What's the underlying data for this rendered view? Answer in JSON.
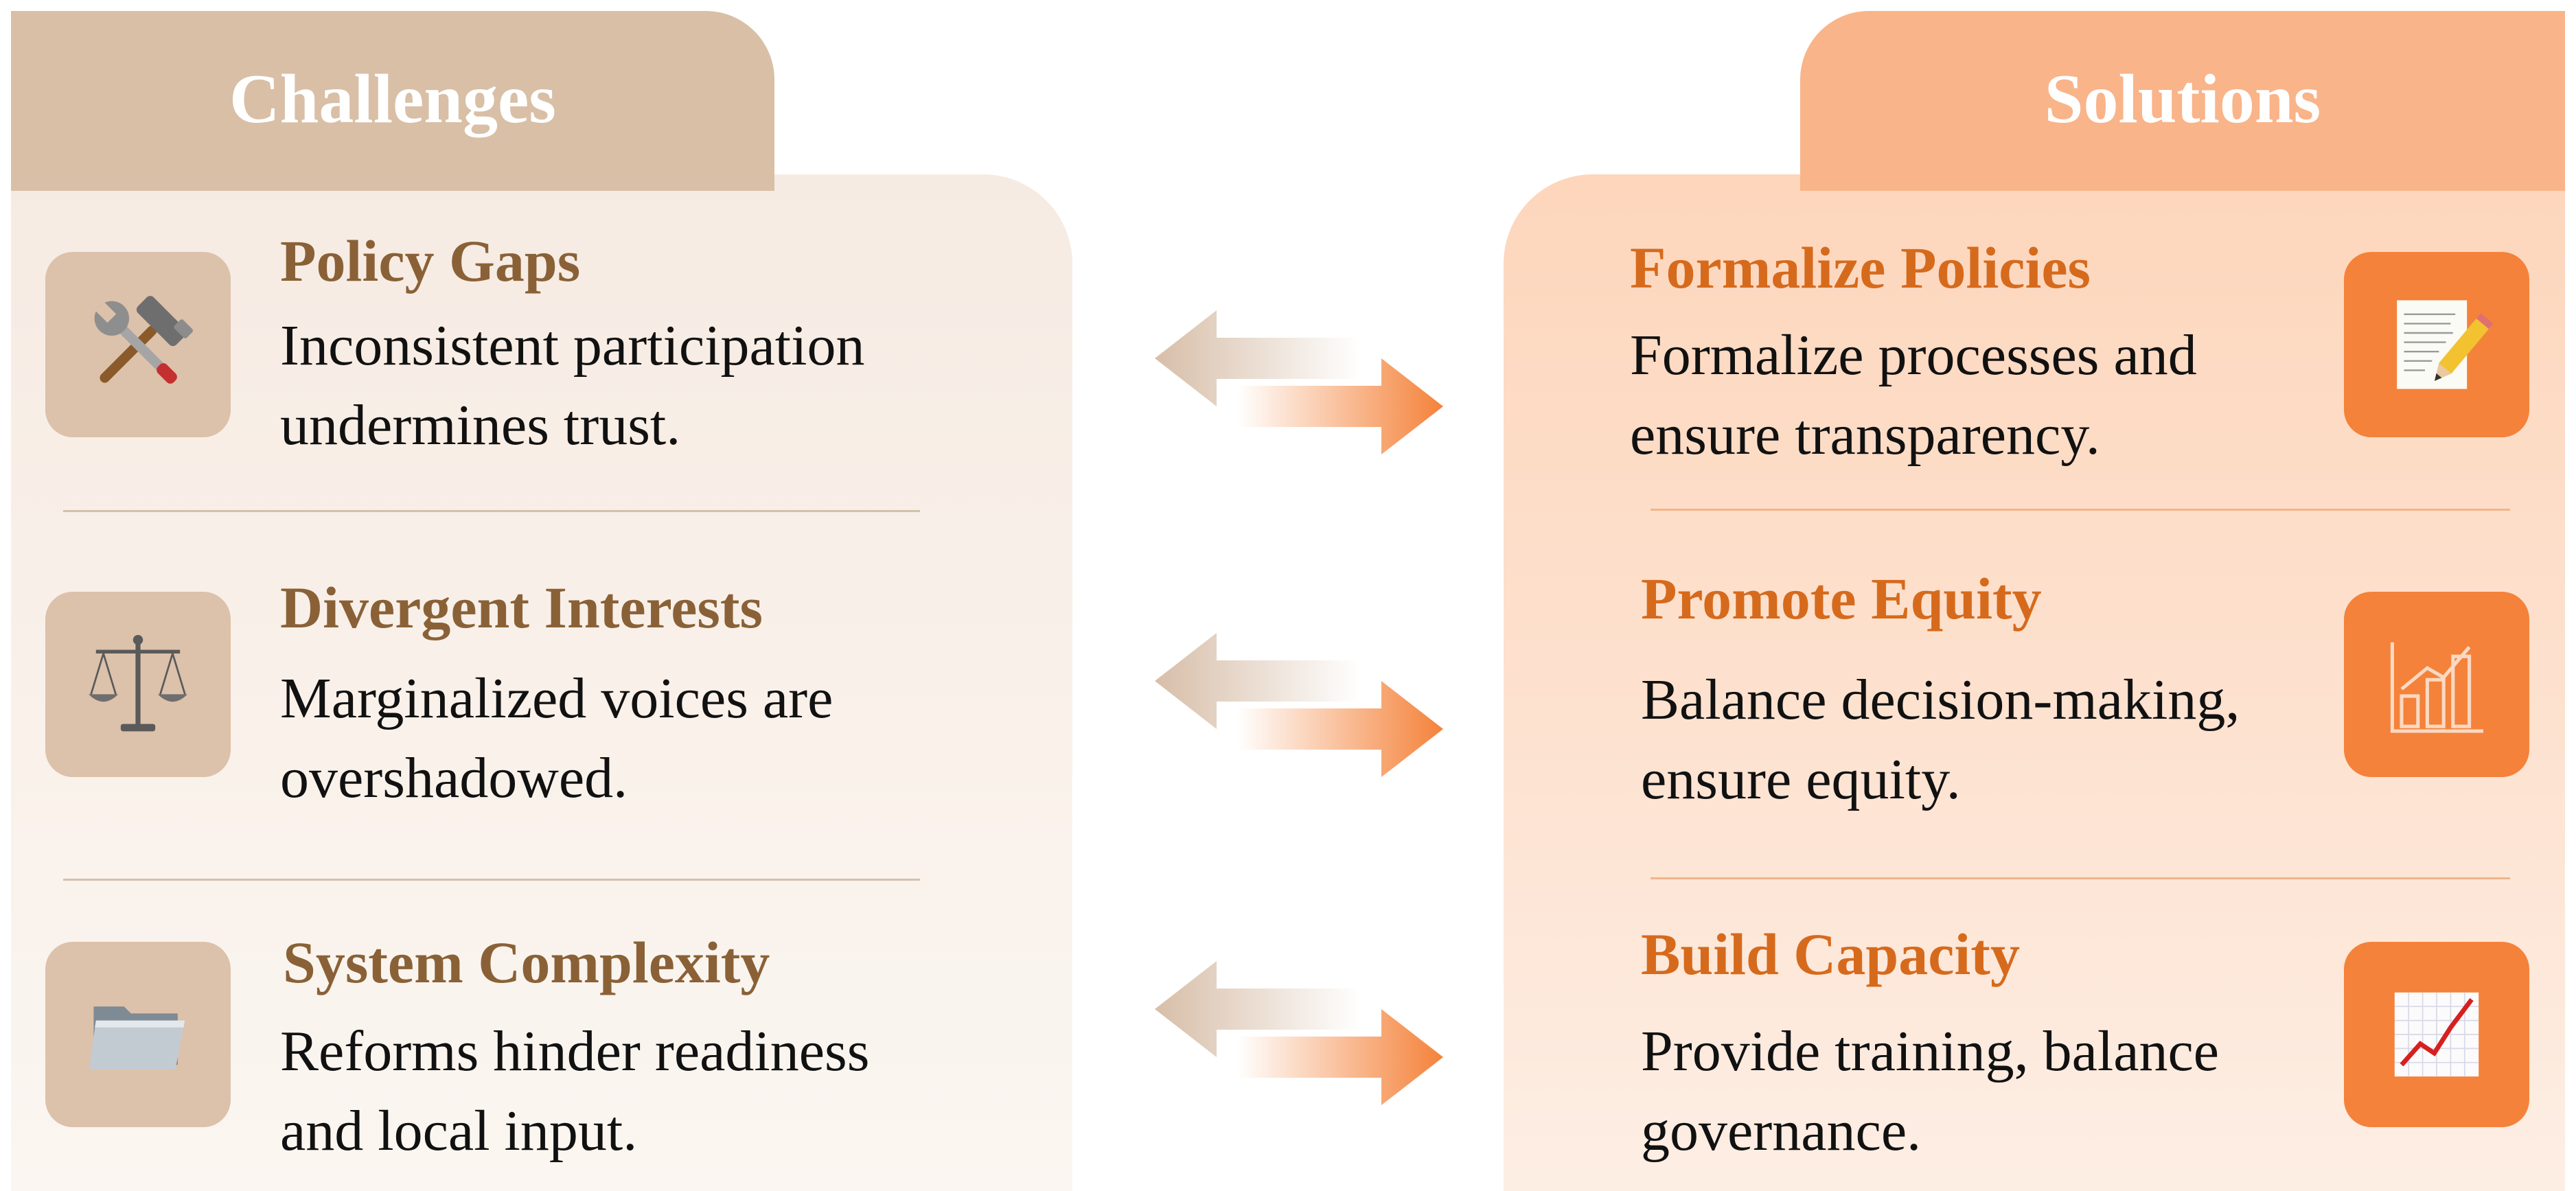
{
  "challenges": {
    "title": "Challenges",
    "items": [
      {
        "title": "Policy Gaps",
        "desc_line1": "Inconsistent participation",
        "desc_line2": "undermines trust.",
        "icon": "tools-icon"
      },
      {
        "title": "Divergent Interests",
        "desc_line1": "Marginalized voices are",
        "desc_line2": "overshadowed.",
        "icon": "scales-icon"
      },
      {
        "title": "System Complexity",
        "desc_line1": "Reforms hinder readiness",
        "desc_line2": "and local input.",
        "icon": "folder-icon"
      }
    ]
  },
  "solutions": {
    "title": "Solutions",
    "items": [
      {
        "title": "Formalize Policies",
        "desc_line1": "Formalize processes and",
        "desc_line2": "ensure transparency.",
        "icon": "document-pencil-icon"
      },
      {
        "title": "Promote Equity",
        "desc_line1": "Balance decision-making,",
        "desc_line2": "ensure equity.",
        "icon": "bar-chart-icon"
      },
      {
        "title": "Build Capacity",
        "desc_line1": "Provide training, balance",
        "desc_line2": "governance.",
        "icon": "line-chart-icon"
      }
    ]
  },
  "colors": {
    "challenge_accent": "#d8bfa6",
    "challenge_title": "#8a6137",
    "solution_accent": "#f9b489",
    "solution_title": "#d66a1c",
    "solution_icon_bg": "#f4823a"
  }
}
